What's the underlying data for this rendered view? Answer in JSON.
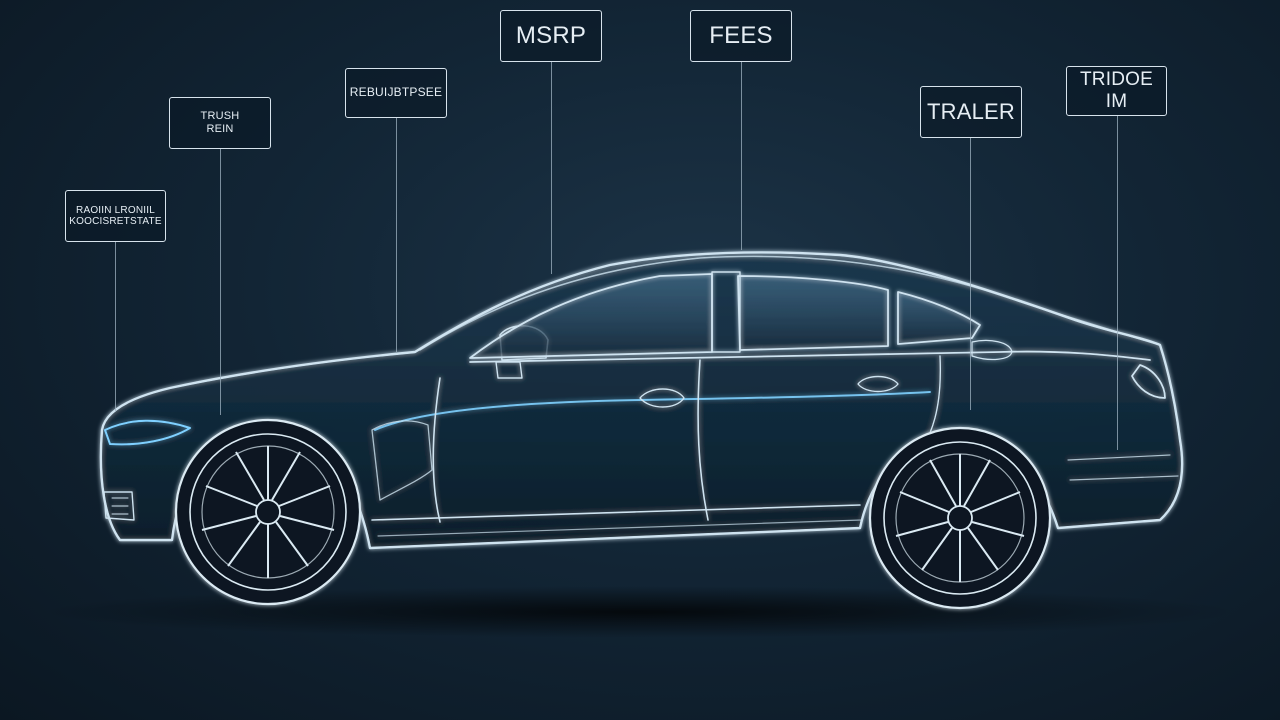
{
  "callouts": {
    "msrp": "MSRP",
    "fees": "FEES",
    "traler": "TRALER",
    "trade_in": "TRIDOE IM",
    "rebates": "REBUIJBTPSEE",
    "trash_line1": "TRUSH",
    "trash_line2": "REIN",
    "reg_line1": "RAOIIN LRONIIL",
    "reg_line2": "KOOCISRETSTATE"
  },
  "colors": {
    "background": "#122535",
    "car_line": "#cfe3f0",
    "callout_border": "#d7e3ec",
    "highlight": "#7fd0ff"
  }
}
